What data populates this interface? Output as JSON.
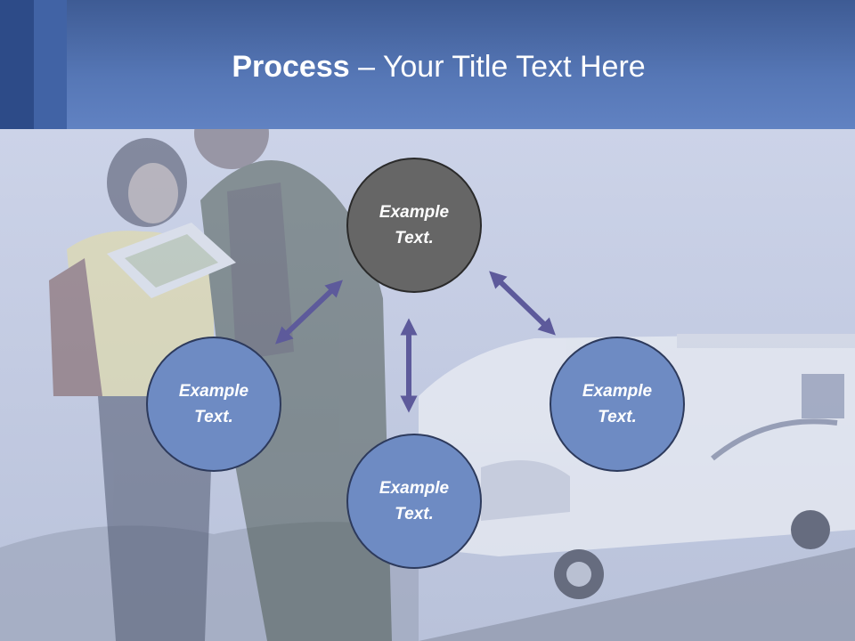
{
  "slide": {
    "title_bold": "Process",
    "title_rest": " – Your Title Text Here"
  },
  "diagram": {
    "nodes": {
      "top": "Example Text.",
      "left": "Example Text.",
      "bottom": "Example Text.",
      "right": "Example Text."
    }
  },
  "colors": {
    "header": "#5677b6",
    "top_node": "#666666",
    "blue_node": "#6e8bc3",
    "arrow": "#5d5a9b"
  },
  "icons": {
    "arrows": "double-headed-arrow"
  }
}
